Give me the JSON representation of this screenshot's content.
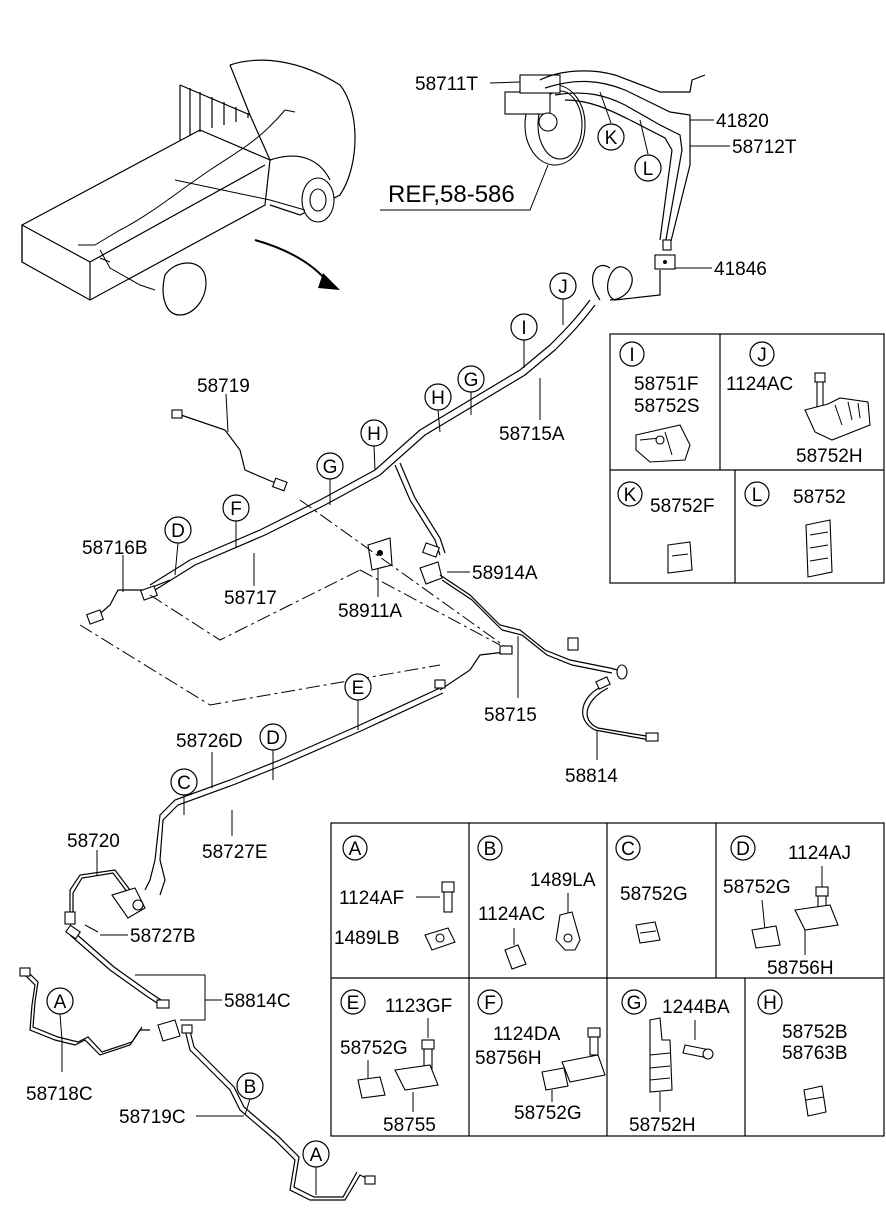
{
  "labels": {
    "p58711T": "58711T",
    "p41820": "41820",
    "p58712T": "58712T",
    "ref": "REF,58-586",
    "p41846": "41846",
    "p58719": "58719",
    "p58715A": "58715A",
    "p58716B": "58716B",
    "p58717": "58717",
    "p58914A": "58914A",
    "p58911A": "58911A",
    "p58715": "58715",
    "p58814": "58814",
    "p58726D": "58726D",
    "p58727E": "58727E",
    "p58720": "58720",
    "p58727B": "58727B",
    "p58814C": "58814C",
    "p58718C": "58718C",
    "p58719C": "58719C"
  },
  "callouts": {
    "K": "K",
    "L": "L",
    "J": "J",
    "I": "I",
    "G": "G",
    "H": "H",
    "F": "F",
    "D": "D",
    "E": "E",
    "C": "C",
    "A": "A",
    "B": "B"
  },
  "detail_panels": {
    "I": {
      "letter": "I",
      "parts": [
        "58751F",
        "58752S"
      ]
    },
    "J": {
      "letter": "J",
      "parts": [
        "1124AC",
        "58752H"
      ]
    },
    "K": {
      "letter": "K",
      "parts": [
        "58752F"
      ]
    },
    "L": {
      "letter": "L",
      "parts": [
        "58752"
      ]
    },
    "A": {
      "letter": "A",
      "parts": [
        "1124AF",
        "1489LB"
      ]
    },
    "B": {
      "letter": "B",
      "parts": [
        "1489LA",
        "1124AC"
      ]
    },
    "C": {
      "letter": "C",
      "parts": [
        "58752G"
      ]
    },
    "D": {
      "letter": "D",
      "parts": [
        "1124AJ",
        "58752G",
        "58756H"
      ]
    },
    "E": {
      "letter": "E",
      "parts": [
        "1123GF",
        "58752G",
        "58755"
      ]
    },
    "F": {
      "letter": "F",
      "parts": [
        "1124DA",
        "58756H",
        "58752G"
      ]
    },
    "G": {
      "letter": "G",
      "parts": [
        "1244BA",
        "58752H"
      ]
    },
    "H": {
      "letter": "H",
      "parts": [
        "58752B",
        "58763B"
      ]
    }
  }
}
